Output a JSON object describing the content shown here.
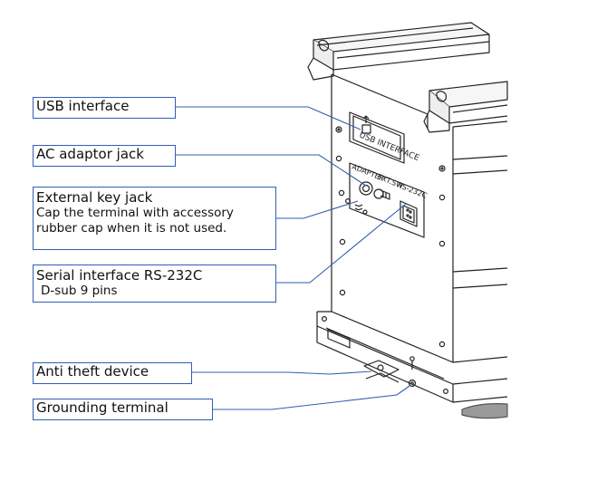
{
  "callouts": {
    "usb": {
      "label": "USB interface"
    },
    "ac": {
      "label": "AC adaptor jack"
    },
    "extkey": {
      "label": "External key jack",
      "line2": "Cap the terminal with accessory",
      "line3": "rubber cap when it is not used."
    },
    "serial": {
      "label": "Serial interface RS-232C",
      "line2": "D-sub 9 pins"
    },
    "antitheft": {
      "label": "Anti theft device"
    },
    "ground": {
      "label": "Grounding terminal"
    }
  },
  "panel_markings": {
    "usb": "USB INTERFACE",
    "adapter": "ADAPTER",
    "extsw": "EXT.SW",
    "rs232c": "RS-232C"
  },
  "colors": {
    "callout_border": "#2f5fb3",
    "leader": "#2f5fb3",
    "device_line": "#222222"
  }
}
